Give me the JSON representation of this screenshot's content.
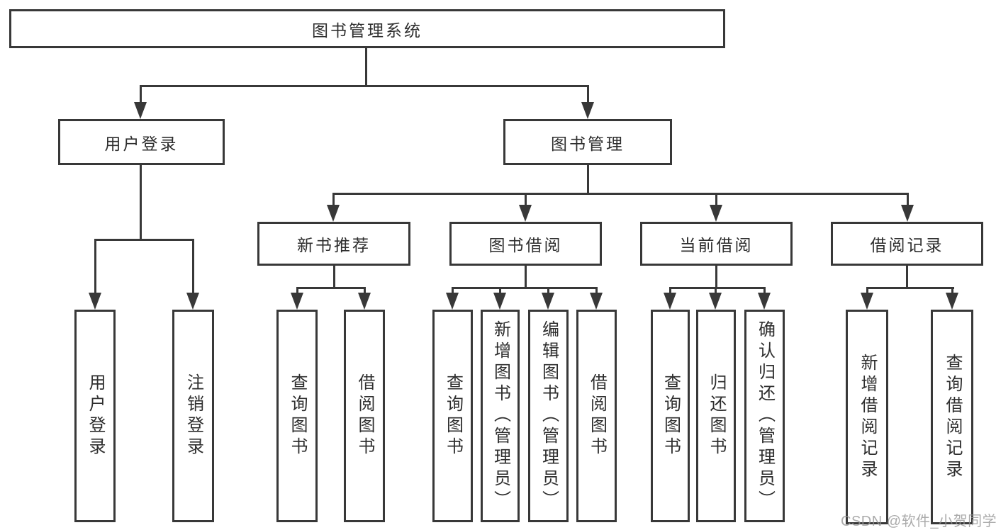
{
  "nodes": {
    "root": "图书管理系统",
    "user_login": "用户登录",
    "book_management": "图书管理",
    "new_book_recommend": "新书推荐",
    "book_borrow": "图书借阅",
    "current_borrow": "当前借阅",
    "borrow_records": "借阅记录",
    "ul_login": "用户登录",
    "ul_logout": "注销登录",
    "nb_query": "查询图书",
    "nb_borrow": "借阅图书",
    "bb_query": "查询图书",
    "bb_add": "新增图书（管理员）",
    "bb_edit": "编辑图书（管理员）",
    "bb_borrow": "借阅图书",
    "cb_query": "查询图书",
    "cb_return": "归还图书",
    "cb_confirm": "确认归还（管理员）",
    "br_add": "新增借阅记录",
    "br_query": "查询借阅记录"
  },
  "watermark": "CSDN @软件_小贺同学",
  "colors": {
    "line": "#383838",
    "text": "#2e2e2e",
    "watermark": "rgba(150,150,150,0.8)",
    "background": "#ffffff"
  }
}
